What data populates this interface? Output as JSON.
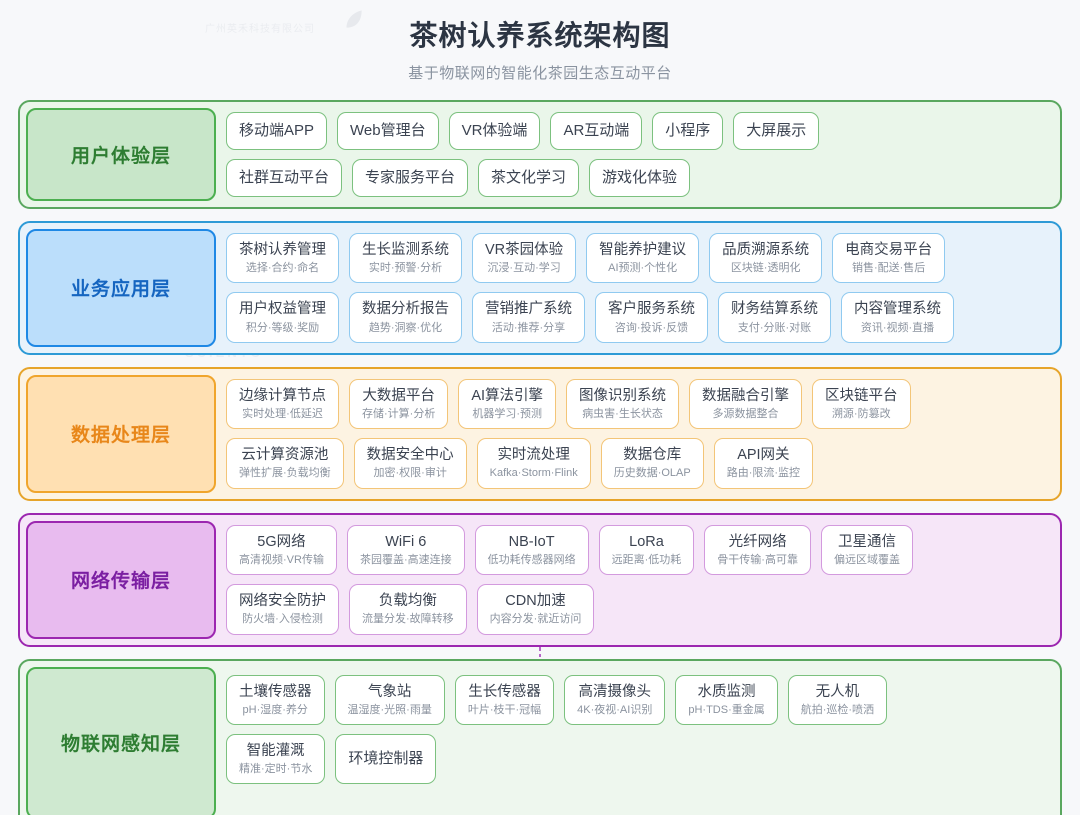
{
  "header": {
    "title": "茶树认养系统架构图",
    "subtitle": "基于物联网的智能化茶园生态互动平台"
  },
  "watermarks": {
    "brand": "SCIENTO",
    "company": "广州英禾科技有限公司"
  },
  "colors": {
    "canvas_bg": "#f7f8fa",
    "title": "#2c3543",
    "subtitle": "#8a93a0",
    "green": "#4caf50",
    "blue": "#1e88e5",
    "orange": "#f0a52c",
    "purple": "#9c27b0"
  },
  "layers": [
    {
      "id": "user-experience",
      "label": "用户体验层",
      "theme": "green",
      "rows": [
        [
          {
            "title": "移动端APP",
            "sub": ""
          },
          {
            "title": "Web管理台",
            "sub": ""
          },
          {
            "title": "VR体验端",
            "sub": ""
          },
          {
            "title": "AR互动端",
            "sub": ""
          },
          {
            "title": "小程序",
            "sub": ""
          },
          {
            "title": "大屏展示",
            "sub": ""
          }
        ],
        [
          {
            "title": "社群互动平台",
            "sub": ""
          },
          {
            "title": "专家服务平台",
            "sub": ""
          },
          {
            "title": "茶文化学习",
            "sub": ""
          },
          {
            "title": "游戏化体验",
            "sub": ""
          }
        ]
      ]
    },
    {
      "id": "business-application",
      "label": "业务应用层",
      "theme": "blue",
      "rows": [
        [
          {
            "title": "茶树认养管理",
            "sub": "选择·合约·命名"
          },
          {
            "title": "生长监测系统",
            "sub": "实时·预警·分析"
          },
          {
            "title": "VR茶园体验",
            "sub": "沉浸·互动·学习"
          },
          {
            "title": "智能养护建议",
            "sub": "AI预测·个性化"
          },
          {
            "title": "品质溯源系统",
            "sub": "区块链·透明化"
          },
          {
            "title": "电商交易平台",
            "sub": "销售·配送·售后"
          }
        ],
        [
          {
            "title": "用户权益管理",
            "sub": "积分·等级·奖励"
          },
          {
            "title": "数据分析报告",
            "sub": "趋势·洞察·优化"
          },
          {
            "title": "营销推广系统",
            "sub": "活动·推荐·分享"
          },
          {
            "title": "客户服务系统",
            "sub": "咨询·投诉·反馈"
          },
          {
            "title": "财务结算系统",
            "sub": "支付·分账·对账"
          },
          {
            "title": "内容管理系统",
            "sub": "资讯·视频·直播"
          }
        ]
      ]
    },
    {
      "id": "data-processing",
      "label": "数据处理层",
      "theme": "orange",
      "rows": [
        [
          {
            "title": "边缘计算节点",
            "sub": "实时处理·低延迟"
          },
          {
            "title": "大数据平台",
            "sub": "存储·计算·分析"
          },
          {
            "title": "AI算法引擎",
            "sub": "机器学习·预测"
          },
          {
            "title": "图像识别系统",
            "sub": "病虫害·生长状态"
          },
          {
            "title": "数据融合引擎",
            "sub": "多源数据整合"
          },
          {
            "title": "区块链平台",
            "sub": "溯源·防篡改"
          }
        ],
        [
          {
            "title": "云计算资源池",
            "sub": "弹性扩展·负载均衡"
          },
          {
            "title": "数据安全中心",
            "sub": "加密·权限·审计"
          },
          {
            "title": "实时流处理",
            "sub": "Kafka·Storm·Flink"
          },
          {
            "title": "数据仓库",
            "sub": "历史数据·OLAP"
          },
          {
            "title": "API网关",
            "sub": "路由·限流·监控"
          }
        ]
      ]
    },
    {
      "id": "network-transmission",
      "label": "网络传输层",
      "theme": "purple",
      "rows": [
        [
          {
            "title": "5G网络",
            "sub": "高清视频·VR传输"
          },
          {
            "title": "WiFi 6",
            "sub": "茶园覆盖·高速连接"
          },
          {
            "title": "NB-IoT",
            "sub": "低功耗传感器网络"
          },
          {
            "title": "LoRa",
            "sub": "远距离·低功耗"
          },
          {
            "title": "光纤网络",
            "sub": "骨干传输·高可靠"
          },
          {
            "title": "卫星通信",
            "sub": "偏远区域覆盖"
          }
        ],
        [
          {
            "title": "网络安全防护",
            "sub": "防火墙·入侵检测"
          },
          {
            "title": "负载均衡",
            "sub": "流量分发·故障转移"
          },
          {
            "title": "CDN加速",
            "sub": "内容分发·就近访问"
          }
        ]
      ]
    },
    {
      "id": "iot-sensing",
      "label": "物联网感知层",
      "theme": "green2",
      "rows": [
        [
          {
            "title": "土壤传感器",
            "sub": "pH·湿度·养分"
          },
          {
            "title": "气象站",
            "sub": "温湿度·光照·雨量"
          },
          {
            "title": "生长传感器",
            "sub": "叶片·枝干·冠幅"
          },
          {
            "title": "高清摄像头",
            "sub": "4K·夜视·AI识别"
          },
          {
            "title": "水质监测",
            "sub": "pH·TDS·重金属"
          },
          {
            "title": "无人机",
            "sub": "航拍·巡检·喷洒"
          }
        ],
        [
          {
            "title": "智能灌溉",
            "sub": "精准·定时·节水"
          },
          {
            "title": "环境控制器",
            "sub": ""
          }
        ]
      ]
    }
  ]
}
